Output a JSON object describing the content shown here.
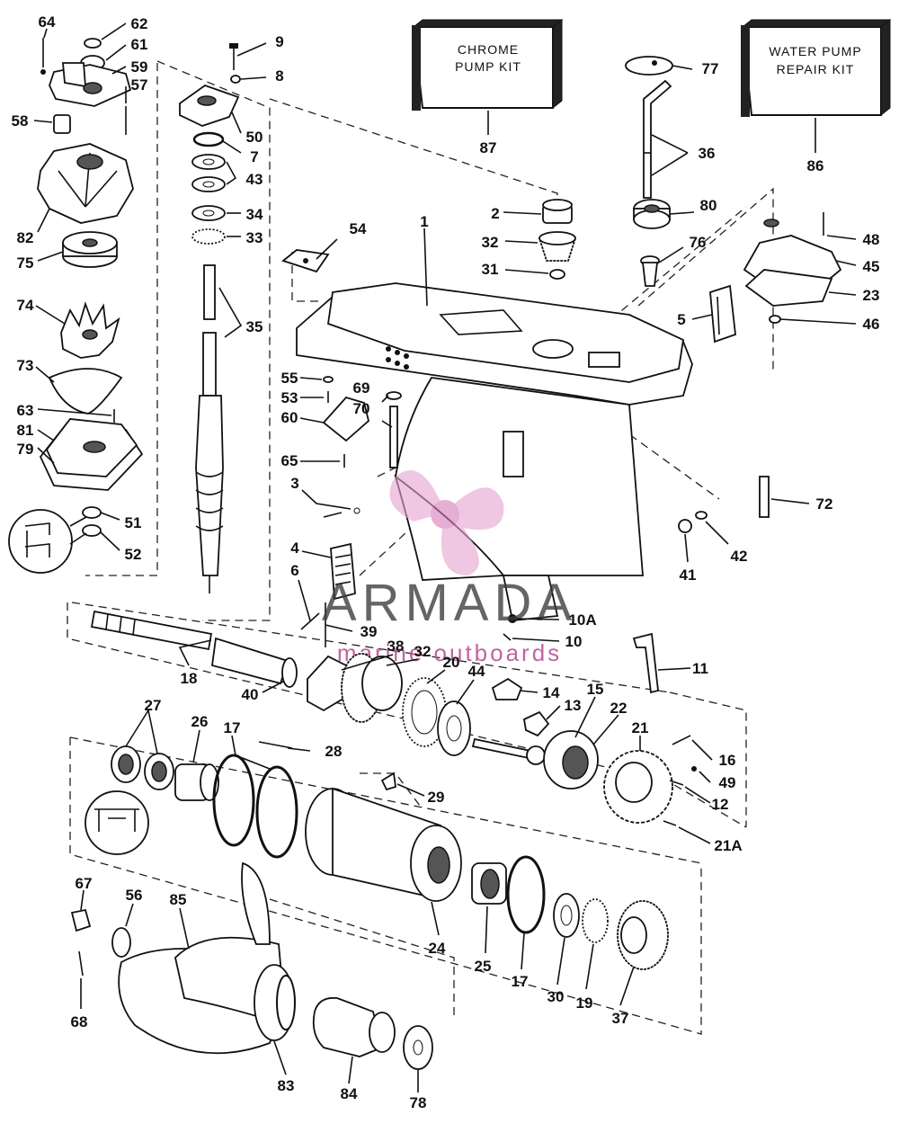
{
  "kits": {
    "chrome": {
      "line1": "CHROME",
      "line2": "PUMP KIT",
      "number": "87"
    },
    "water": {
      "line1": "WATER PUMP",
      "line2": "REPAIR KIT",
      "number": "86"
    }
  },
  "watermark": {
    "brand": "ARMADA",
    "tagline": "marine outboards"
  },
  "callouts": [
    "64",
    "62",
    "61",
    "59",
    "57",
    "58",
    "82",
    "75",
    "74",
    "73",
    "63",
    "81",
    "79",
    "51",
    "52",
    "9",
    "8",
    "50",
    "7",
    "43",
    "34",
    "33",
    "35",
    "55",
    "53",
    "60",
    "65",
    "69",
    "70",
    "3",
    "4",
    "6",
    "1",
    "54",
    "2",
    "32",
    "31",
    "87",
    "77",
    "36",
    "86",
    "80",
    "76",
    "48",
    "45",
    "23",
    "46",
    "5",
    "72",
    "42",
    "41",
    "10A",
    "10",
    "39",
    "38",
    "32",
    "20",
    "44",
    "18",
    "40",
    "11",
    "14",
    "13",
    "15",
    "22",
    "21",
    "16",
    "49",
    "12",
    "21A",
    "27",
    "26",
    "17",
    "28",
    "29",
    "24",
    "25",
    "17",
    "30",
    "19",
    "37",
    "67",
    "56",
    "85",
    "68",
    "83",
    "84",
    "78"
  ],
  "colors": {
    "ink": "#111111",
    "watermark_pink": "#e6a2cf",
    "watermark_magenta": "#b9549a"
  }
}
